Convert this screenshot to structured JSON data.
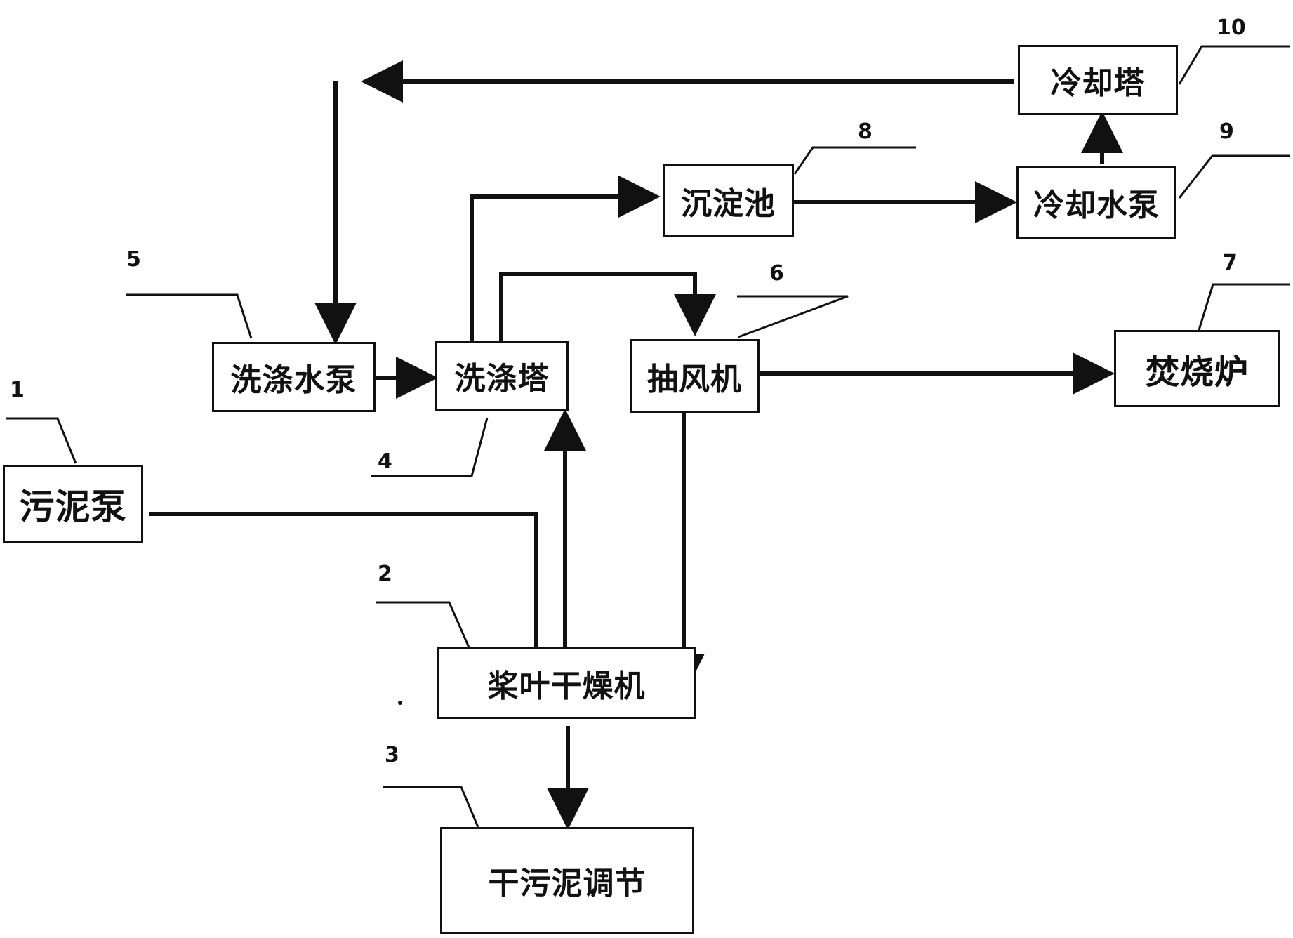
{
  "boxes": {
    "sludge_pump": "污泥泵",
    "paddle_dryer": "桨叶干燥机",
    "dry_sludge_conditioning": "干污泥调节",
    "scrubber_tower": "洗涤塔",
    "scrubber_pump": "洗涤水泵",
    "exhaust_fan": "抽风机",
    "incinerator": "焚烧炉",
    "sedimentation_tank": "沉淀池",
    "cooling_water_pump": "冷却水泵",
    "cooling_tower": "冷却塔"
  },
  "labels": {
    "n1": "1",
    "n2": "2",
    "n3": "3",
    "n4": "4",
    "n5": "5",
    "n6": "6",
    "n7": "7",
    "n8": "8",
    "n9": "9",
    "n10": "10"
  },
  "colors": {
    "line": "#111111",
    "background": "#ffffff"
  }
}
